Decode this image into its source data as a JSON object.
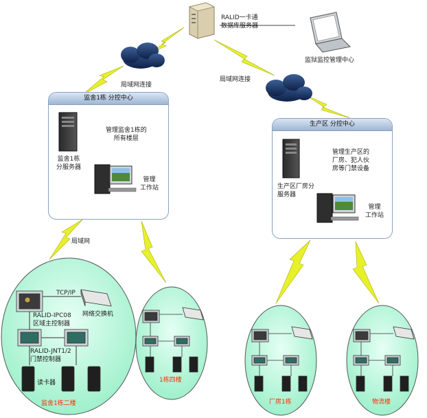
{
  "main_server": "RALID一卡通\n数据库服务器",
  "prison_monitor": "监狱监控管理中心",
  "lan_link_left": "局域网连接",
  "lan_link_right": "局域网连接",
  "panel_left": {
    "title": "监舍1栋 分控中心",
    "server_label": "监舍1栋\n分服务器",
    "manage_text": "管理监舍1栋的\n所有楼层",
    "workstation_label": "管理\n工作站"
  },
  "panel_right": {
    "title": "生产区 分控中心",
    "server_label": "生产区厂房分\n服务器",
    "manage_text": "管理生产区的\n厂房、犯人伙\n房等门禁设备",
    "workstation_label": "管理\n工作站"
  },
  "lan_small": "局域网",
  "site_big": {
    "tcpip": "TCP/IP",
    "switch": "网络交换机",
    "ipc": "RALID-IPC08\n区域主控制器",
    "jnt": "RALID-JNT1/2\n门禁控制器",
    "reader": "读卡器",
    "name": "监舍1栋二楼"
  },
  "site_names": [
    "1栋四楼",
    "厂房1栋",
    "物流楼"
  ],
  "colors": {
    "ellipse_fill": "#aef5d8",
    "red_label": "#ff2a00",
    "lightning": "#e8f02a"
  }
}
